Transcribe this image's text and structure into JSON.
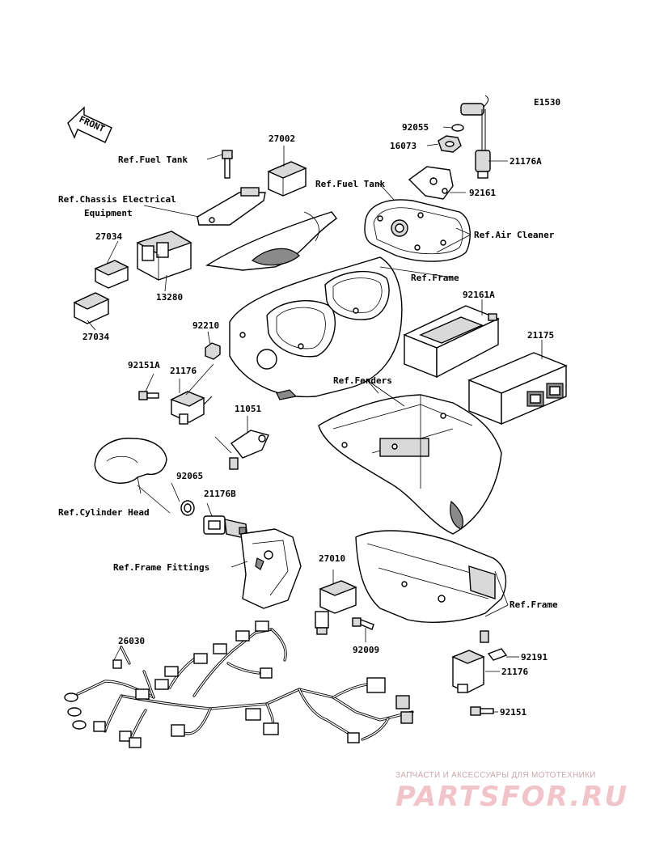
{
  "diagram": {
    "code": "E1530",
    "front_label": "FRONT",
    "references": {
      "fuel_tank_1": "Ref.Fuel Tank",
      "chassis_line1": "Ref.Chassis Electrical",
      "chassis_line2": "Equipment",
      "fuel_tank_2": "Ref.Fuel Tank",
      "air_cleaner": "Ref.Air Cleaner",
      "frame_1": "Ref.Frame",
      "fenders": "Ref.Fenders",
      "cylinder_head": "Ref.Cylinder Head",
      "frame_fittings": "Ref.Frame Fittings",
      "frame_2": "Ref.Frame"
    },
    "parts": {
      "p92055": "92055",
      "p16073": "16073",
      "p21176A": "21176A",
      "p92161": "92161",
      "p27002": "27002",
      "p27034a": "27034",
      "p27034b": "27034",
      "p13280": "13280",
      "p92161A": "92161A",
      "p21175": "21175",
      "p92210": "92210",
      "p92151A": "92151A",
      "p21176a": "21176",
      "p11051": "11051",
      "p92065": "92065",
      "p21176B": "21176B",
      "p27010": "27010",
      "p92009": "92009",
      "p26030": "26030",
      "p92191": "92191",
      "p21176b": "21176",
      "p92151": "92151"
    }
  },
  "watermark": {
    "line1": "ЗАПЧАСТИ И АКСЕССУАРЫ ДЛЯ МОТОТЕХНИКИ",
    "line2": "PARTSFOR.RU"
  }
}
